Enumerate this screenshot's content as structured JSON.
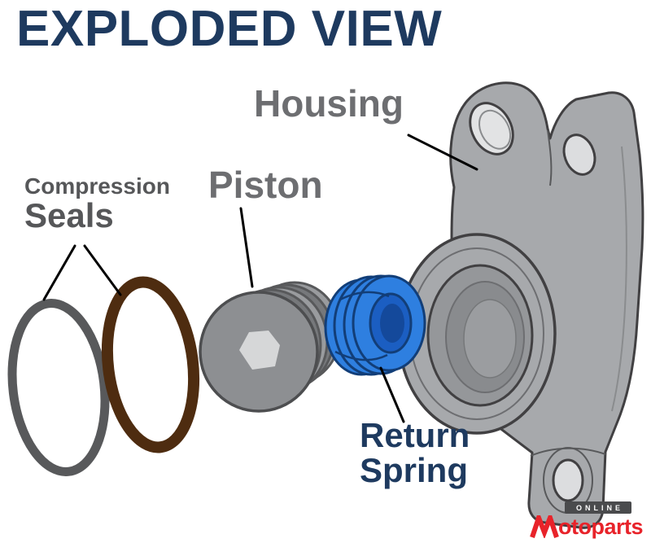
{
  "title": "EXPLODED VIEW",
  "labels": {
    "housing": "Housing",
    "piston": "Piston",
    "compression_seals": {
      "line1": "Compression",
      "line2": "Seals"
    },
    "return_spring": {
      "line1": "Return",
      "line2": "Spring"
    }
  },
  "logo": {
    "badge": "ONLINE",
    "wordmark": "otoparts"
  },
  "colors": {
    "title_navy": "#1e3a5f",
    "label_gray": "#6d6e71",
    "compression_label_gray": "#565759",
    "seal_ring_gray": "#58595b",
    "seal_ring_brown": "#4e2c10",
    "piston_gray": "#8d8f92",
    "spring_blue": "#2e7fe0",
    "spring_blue_dark": "#123e78",
    "housing_gray": "#a7a9ac",
    "outline_dark": "#414042",
    "logo_red": "#e8232a",
    "logo_badge_bg": "#4a4b4d"
  }
}
